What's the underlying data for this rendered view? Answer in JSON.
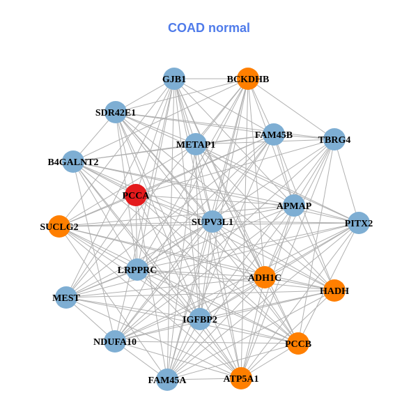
{
  "title": "COAD normal",
  "colors": {
    "blue": "#7eaed3",
    "orange": "#ff7f00",
    "red": "#e41a1c",
    "edge": "#b0b0b0"
  },
  "nodes": [
    {
      "label": "GJB1",
      "group": "blue"
    },
    {
      "label": "BCKDHB",
      "group": "orange"
    },
    {
      "label": "SDR42E1",
      "group": "blue"
    },
    {
      "label": "FAM45B",
      "group": "blue"
    },
    {
      "label": "TBRG4",
      "group": "blue"
    },
    {
      "label": "METAP1",
      "group": "blue"
    },
    {
      "label": "B4GALNT2",
      "group": "blue"
    },
    {
      "label": "PCCA",
      "group": "red"
    },
    {
      "label": "APMAP",
      "group": "blue"
    },
    {
      "label": "SUPV3L1",
      "group": "blue"
    },
    {
      "label": "PITX2",
      "group": "blue"
    },
    {
      "label": "SUCLG2",
      "group": "orange"
    },
    {
      "label": "LRPPRC",
      "group": "blue"
    },
    {
      "label": "ADH1C",
      "group": "orange"
    },
    {
      "label": "HADH",
      "group": "orange"
    },
    {
      "label": "MEST",
      "group": "blue"
    },
    {
      "label": "IGFBP2",
      "group": "blue"
    },
    {
      "label": "NDUFA10",
      "group": "blue"
    },
    {
      "label": "PCCB",
      "group": "orange"
    },
    {
      "label": "FAM45A",
      "group": "blue"
    },
    {
      "label": "ATP5A1",
      "group": "orange"
    }
  ],
  "adjacency": [
    [
      1,
      2,
      3,
      5,
      7,
      8,
      9,
      11,
      12,
      13,
      15,
      16,
      17,
      18,
      19,
      20
    ],
    [
      2,
      3,
      4,
      5,
      6,
      8,
      9,
      12,
      13,
      15,
      16,
      17,
      19,
      20
    ],
    [
      3,
      4,
      5,
      6,
      7,
      9,
      10,
      12,
      13,
      14,
      16,
      18,
      20
    ],
    [
      4,
      5,
      6,
      7,
      8,
      9,
      11,
      12,
      14,
      15,
      17,
      19
    ],
    [
      5,
      7,
      8,
      10,
      12,
      13,
      16,
      17,
      18,
      20
    ],
    [
      6,
      8,
      9,
      10,
      11,
      13,
      14,
      16,
      18,
      19
    ],
    [
      7,
      8,
      9,
      10,
      12,
      14,
      16,
      17,
      18,
      20
    ],
    [
      8,
      9,
      11,
      12,
      13,
      15,
      16,
      18,
      19
    ],
    [
      9,
      10,
      11,
      13,
      14,
      15,
      17,
      19,
      20
    ],
    [
      10,
      11,
      12,
      14,
      15,
      16,
      17,
      18,
      19,
      20
    ],
    [
      11,
      12,
      13,
      15,
      16,
      17,
      18,
      19,
      20
    ],
    [
      12,
      13,
      14,
      16,
      18,
      19,
      20
    ],
    [
      13,
      14,
      15,
      16,
      18,
      20
    ],
    [
      14,
      15,
      16,
      17,
      19,
      20
    ],
    [
      15,
      16,
      17,
      19,
      20
    ],
    [
      16,
      17,
      18,
      20
    ],
    [
      17,
      18,
      19,
      20
    ],
    [
      18,
      19,
      20
    ],
    [
      19,
      20
    ],
    [
      20
    ],
    []
  ]
}
